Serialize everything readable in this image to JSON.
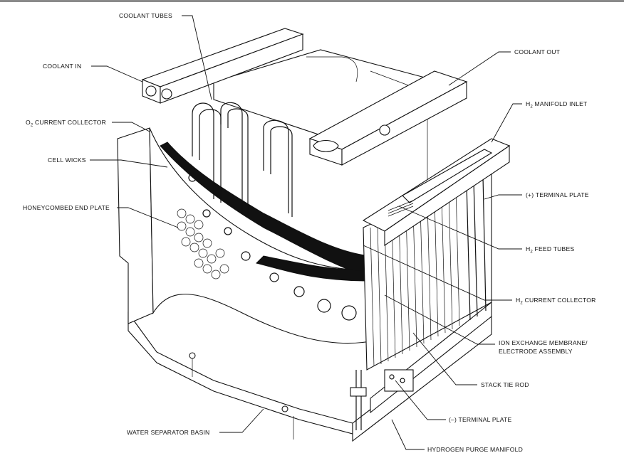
{
  "labels": {
    "coolant_tubes": "COOLANT TUBES",
    "coolant_in": "COOLANT IN",
    "o2_collector_prefix": "O",
    "o2_collector_sub": "2",
    "o2_collector_suffix": " CURRENT COLLECTOR",
    "cell_wicks": "CELL WICKS",
    "honeycombed_end_plate": "HONEYCOMBED END PLATE",
    "water_separator_basin": "WATER SEPARATOR BASIN",
    "coolant_out": "COOLANT OUT",
    "h2_manifold_prefix": "H",
    "h2_manifold_sub": "2",
    "h2_manifold_suffix": " MANIFOLD INLET",
    "plus_terminal_plate": "(+) TERMINAL PLATE",
    "h2_feed_prefix": "H",
    "h2_feed_sub": "2",
    "h2_feed_suffix": " FEED TUBES",
    "h2_current_prefix": "H",
    "h2_current_sub": "2",
    "h2_current_suffix": " CURRENT COLLECTOR",
    "ion_exchange_line1": "ION EXCHANGE MEMBRANE/",
    "ion_exchange_line2": "ELECTRODE ASSEMBLY",
    "stack_tie_rod": "STACK TIE ROD",
    "minus_terminal_plate": "(–) TERMINAL PLATE",
    "hydrogen_purge_manifold": "HYDROGEN PURGE MANIFOLD"
  }
}
